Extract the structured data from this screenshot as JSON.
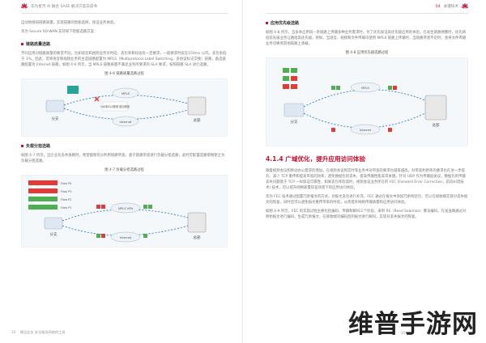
{
  "left_page": {
    "header": "华为星河 AI 融合 SASE 解决方案白皮书",
    "intro_lines": [
      "自动地感知链路质量，实现链路的智能选择，保证业务体验。",
      "华为 Secure SD-WAN 支持如下智能选路方案："
    ],
    "bullet1_title": "链路质量选路",
    "bullet1_body": "不同应用对链路质量的要求不同，比如语音和视频业务对时延、丢包率和抖动有一定要求，一般要求时延在150ms 以内，丢包率低于 1%，因此，可将语音和视频业务的主选链路配置为 MPLS（Multiprotocol Label Switching，多协议标记交换）链路，备选链路配置为 Internet 链路。如图 4-6 所示，当 MPLS 链路质量不满足业务所要求的 SLA 要求，按照链路 SLA 进行选路。",
    "fig1_caption": "图 4-6 链路质量选路过程",
    "fig1_labels": {
      "branch": "分支",
      "hq": "总部",
      "mpls": "MPLS",
      "internet": "Internet",
      "callout": "QoS和SLA配置 超出阈值"
    },
    "bullet2_title": "负载分担选路",
    "bullet2_body": "如图 4-7 所示，当企业有多条链路时，希望能够充分利用链路带宽，基于链路带宽进行负载分担选路，此时可配置选路策略使之为负载分担选路。",
    "fig2_caption": "图 4-7 负载分担选路过程",
    "flows": [
      "Flow P4",
      "Flow P3",
      "Flow P2",
      "Flow P1"
    ],
    "fig2_labels": {
      "mpls": "MPLS VPN",
      "internet": "Internet",
      "branch": "分支",
      "hq": "总部"
    },
    "footer_page": "33",
    "footer_text": "建设业务 安全服务网络的工具"
  },
  "right_page": {
    "header_chap": "04",
    "header_title": "关键技术",
    "bullet_title": "应用优先级选路",
    "bullet_body": "如图 4-8 所示，当多条应用同一条链路上传输多种业务需求时，为了优先保证高优先级应用的体验，在发生链路拥塞时，优先将低优先级业务让路给高优先级，例如，当语音、视频和文件传输均使用 MPLS 链路上传输时，当链路带宽不足时，会将文件传输业务切换到其他链路上承载。",
    "fig3_caption": "图 4-8 应用优先级选路过程",
    "fig3_labels": {
      "branch": "分支",
      "hq": "总部",
      "mpls": "MPLS",
      "internet": "Internet"
    },
    "section_title": "4.1.4 广域优化，提升应用访问体验",
    "para1": "随着视频会议和移动办公需求的增加，在视频会议和实时等业务中对带宽的要求也越来越高，对带宽利用率的要求也在进一步提升。减少 TCP 重传和提高带宽的效率，避免数据包的丢失，提高传输性能非常关键。针对 UDP 作为传输层协议，数据包的传输丢失问题基于 TCP 一样保证可靠性，如果丢包率较高时，视频会议业务所在的 FEC (Forward Error Correction，前向纠错技术) 技术，可以提升网络质量较差场景下的应用访问体验。",
    "para2": "华为 FEC 技术通过配置冗余报文的方式，对报文丢包进行补充，FEC 通过在报文中添加冗余校验包，可以在接收端实现对丢失报文的恢复，同时还可以避免报文重传带来的时延，从而提升网络传输质量和应用访问体验。",
    "para3": "如图 4-9 所示，FEC 的实现过程主要包括编码、传输和解码三个阶段，采用 RS（Reed Solomon）算法编码，在发送端通过对原始报文进行编码，生成冗余报文，在接收端对编码后的报文进行解码，实现对丢失报文的恢复。",
    "footer_page": "34"
  },
  "watermark": "维普手游网",
  "colors": {
    "accent": "#c8102e",
    "green": "#4caf50",
    "red": "#e53935",
    "teal": "#26a69a",
    "blue": "#1e6fb8"
  }
}
